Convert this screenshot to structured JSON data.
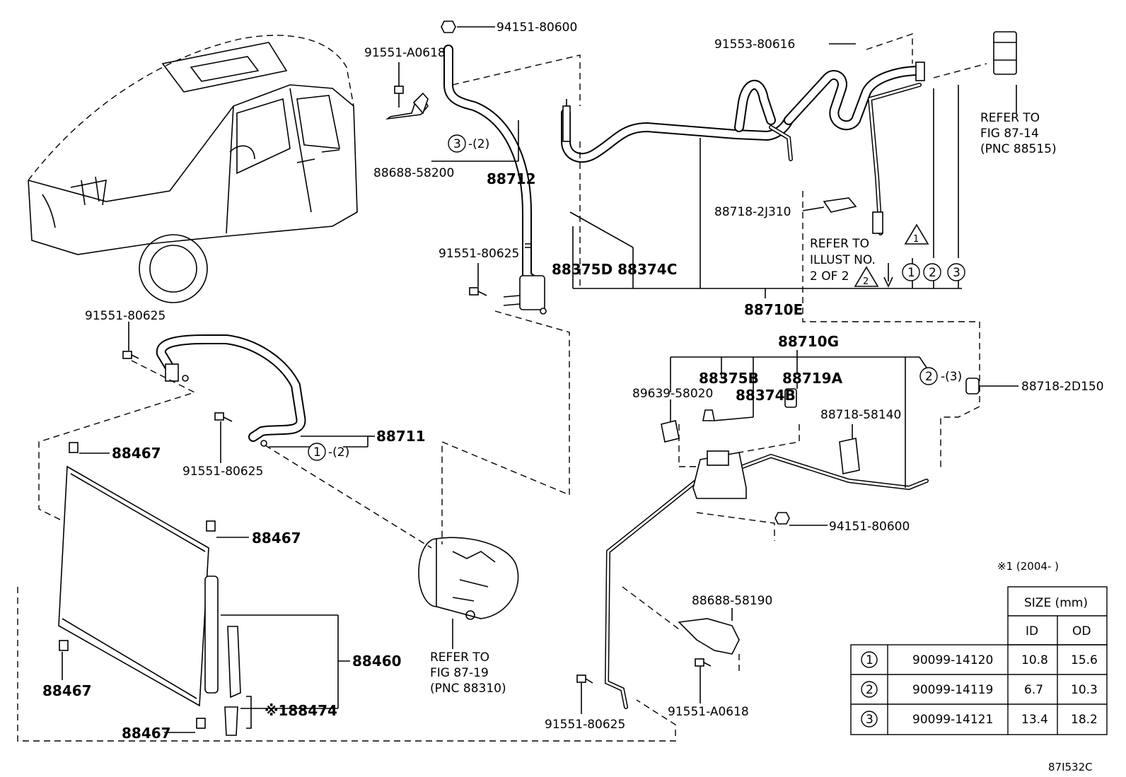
{
  "labels": {
    "p94151_80600_top": "94151-80600",
    "p91551_A0618_top": "91551-A0618",
    "p88688_58200": "88688-58200",
    "p88712": "88712",
    "circ3_qty": "-(2)",
    "circ3": "3",
    "p91553_80616": "91553-80616",
    "refer_87_14_l1": "REFER TO",
    "refer_87_14_l2": "FIG 87-14",
    "refer_87_14_l3": "(PNC 88515)",
    "p88718_2J310": "88718-2J310",
    "refer_illust_l1": "REFER TO",
    "refer_illust_l2": "ILLUST NO.",
    "refer_illust_l3": "2 OF 2",
    "tri1": "1",
    "tri2": "2",
    "c1": "1",
    "c2": "2",
    "c3": "3",
    "p91551_80625_mid": "91551-80625",
    "p88375D_88374C": "88375D 88374C",
    "p88710E": "88710E",
    "p91551_80625_left": "91551-80625",
    "p88711": "88711",
    "circ1_qty": "-(2)",
    "circ1": "1",
    "p91551_80625_lower": "91551-80625",
    "p88467_a": "88467",
    "p88467_b": "88467",
    "p88467_c": "88467",
    "p88467_d": "88467",
    "p88460": "88460",
    "p88474": "※188474",
    "refer_87_19_l1": "REFER TO",
    "refer_87_19_l2": "FIG 87-19",
    "refer_87_19_l3": "(PNC 88310)",
    "p88710G": "88710G",
    "p88375B": "88375B",
    "p88374B": "88374B",
    "p88719A": "88719A",
    "p89639_58020": "89639-58020",
    "p88718_58140": "88718-58140",
    "circ2_qty": "-(3)",
    "circ2": "2",
    "p88718_2D150": "88718-2D150",
    "p94151_80600_low": "94151-80600",
    "p88688_58190": "88688-58190",
    "p91551_A0618_low": "91551-A0618",
    "p91551_80625_bottom": "91551-80625",
    "footnote": "※1 (2004-      )",
    "figure_code": "87I532C"
  },
  "size_table": {
    "header": "SIZE (mm)",
    "col_id": "ID",
    "col_od": "OD",
    "rows": [
      {
        "ref": "1",
        "part": "90099-14120",
        "id": "10.8",
        "od": "15.6"
      },
      {
        "ref": "2",
        "part": "90099-14119",
        "id": "6.7",
        "od": "10.3"
      },
      {
        "ref": "3",
        "part": "90099-14121",
        "id": "13.4",
        "od": "18.2"
      }
    ]
  }
}
